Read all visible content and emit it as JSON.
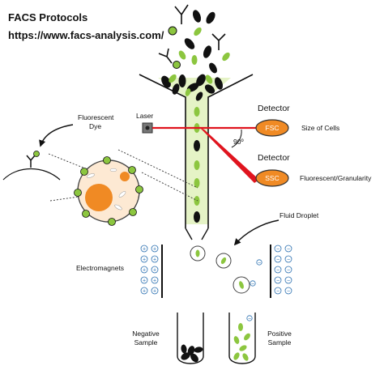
{
  "header": {
    "title": "FACS Protocols",
    "url": "https://www.facs-analysis.com/"
  },
  "labels": {
    "laser": "Laser",
    "fluorescent_dye": [
      "Fluorescent",
      "Dye"
    ],
    "detector_top": "Detector",
    "detector_bottom": "Detector",
    "fsc": "FSC",
    "ssc": "SSC",
    "size_of_cells": "Size of Cells",
    "fluorescent_granularity": "Fluorescent/Granularity",
    "angle": "90º",
    "fluid_droplet": "Fluid Droplet",
    "electromagnets": "Electromagnets",
    "negative_sample": [
      "Negative",
      "Sample"
    ],
    "positive_sample": [
      "Positive",
      "Sample"
    ],
    "plus_sign": "+",
    "minus_sign": "−"
  },
  "colors": {
    "laser": "#e0141e",
    "cell_green": "#8cc63f",
    "detector_orange": "#f08a24",
    "nucleus_orange": "#f08a24",
    "cell_body": "#fde9d3",
    "flow_stream": "#e5f3c6",
    "plate_blue": "#2a6fb0"
  }
}
